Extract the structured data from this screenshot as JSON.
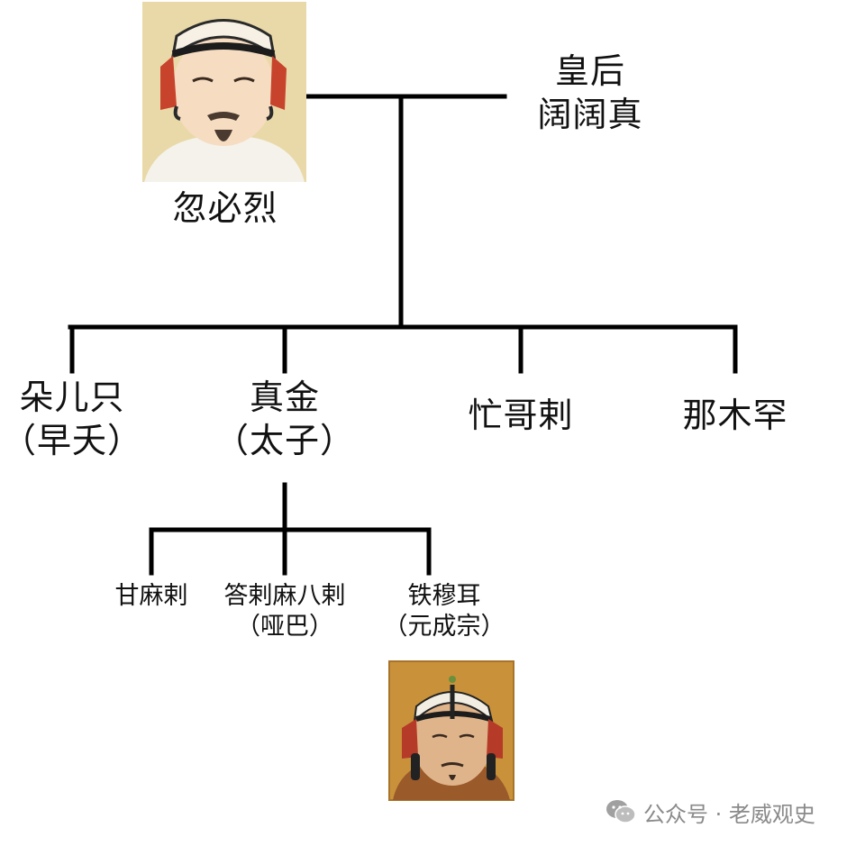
{
  "nodes": {
    "kublai": {
      "name": "忽必烈"
    },
    "empress": {
      "title": "皇后",
      "name": "阔阔真"
    },
    "child1": {
      "name": "朵儿只",
      "note": "（早夭）"
    },
    "child2": {
      "name": "真金",
      "note": "（太子）"
    },
    "child3": {
      "name": "忙哥剌"
    },
    "child4": {
      "name": "那木罕"
    },
    "gc1": {
      "name": "甘麻剌"
    },
    "gc2": {
      "name": "答剌麻八剌",
      "note": "（哑巴）"
    },
    "gc3": {
      "name": "铁穆耳",
      "note": "（元成宗）"
    }
  },
  "portraits": {
    "kublai": {
      "icon": "kublai-portrait-icon"
    },
    "temur": {
      "icon": "temur-portrait-icon"
    }
  },
  "watermark": {
    "text": "公众号 · 老威观史",
    "icon": "wechat-icon"
  },
  "colors": {
    "line": "#000000",
    "portrait_bg": "#e9d9a8",
    "temur_bg": "#c9923a"
  }
}
